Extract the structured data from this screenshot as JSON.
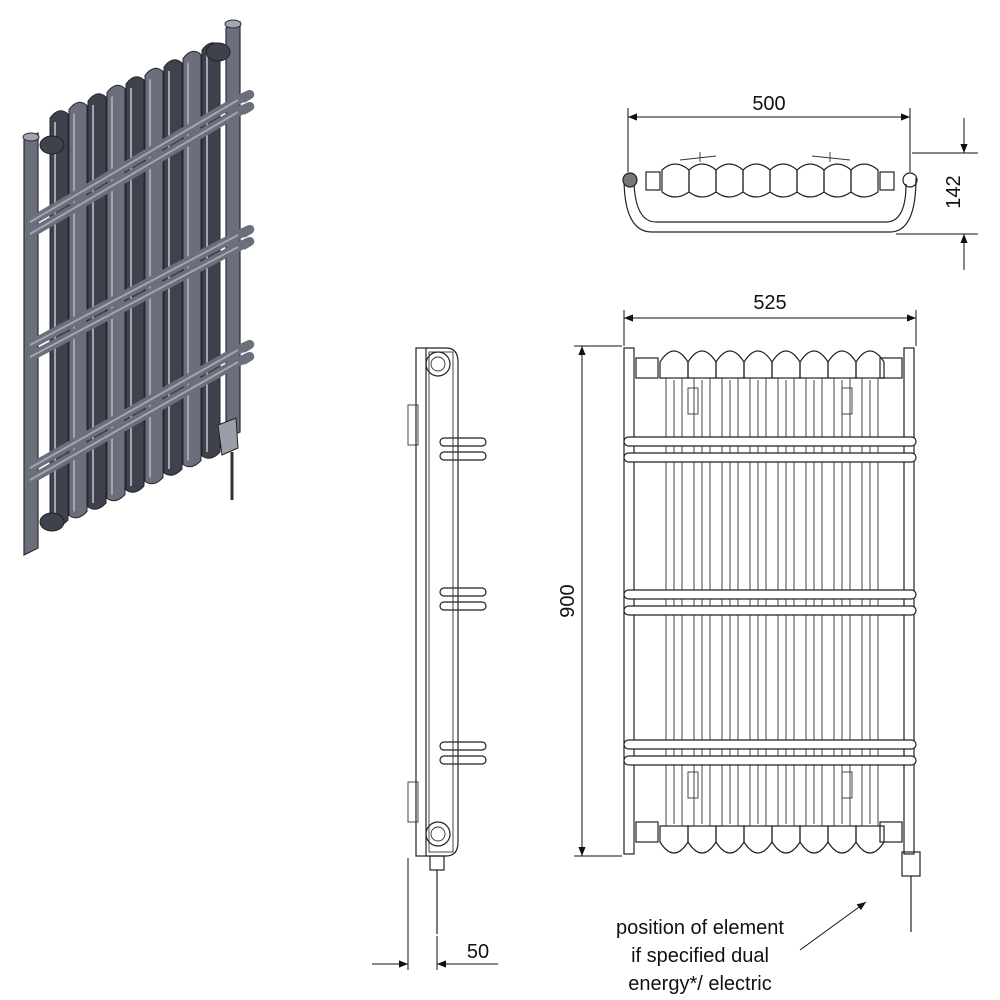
{
  "dimensions": {
    "top_width": "500",
    "top_depth": "142",
    "front_width": "525",
    "front_height": "900",
    "side_depth": "50"
  },
  "note": {
    "line1": "position of element",
    "line2": "if specified dual",
    "line3": "energy*/ electric"
  },
  "colors": {
    "iso_body": "#6b6f7b",
    "iso_dark": "#3f424c",
    "iso_light": "#a2a6b1",
    "line": "#222222"
  }
}
